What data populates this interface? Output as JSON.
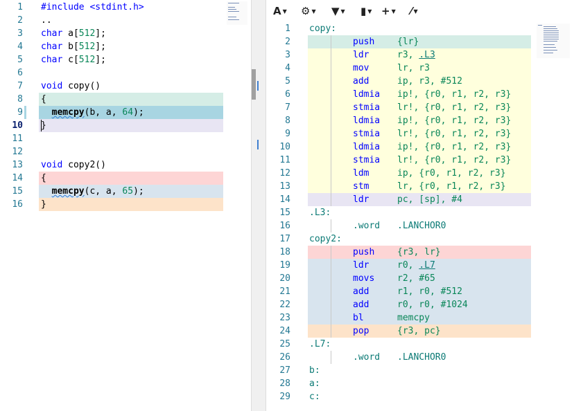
{
  "left": {
    "lines": [
      {
        "num": "1",
        "tokens": [
          [
            "inc",
            "#include "
          ],
          [
            "inc",
            "<stdint.h>"
          ]
        ]
      },
      {
        "num": "2",
        "tokens": [
          [
            "plain",
            ".."
          ]
        ]
      },
      {
        "num": "3",
        "tokens": [
          [
            "k",
            "char"
          ],
          [
            "plain",
            " a["
          ],
          [
            "n",
            "512"
          ],
          [
            "plain",
            "];"
          ]
        ]
      },
      {
        "num": "4",
        "tokens": [
          [
            "k",
            "char"
          ],
          [
            "plain",
            " b["
          ],
          [
            "n",
            "512"
          ],
          [
            "plain",
            "];"
          ]
        ]
      },
      {
        "num": "5",
        "tokens": [
          [
            "k",
            "char"
          ],
          [
            "plain",
            " c["
          ],
          [
            "n",
            "512"
          ],
          [
            "plain",
            "];"
          ]
        ]
      },
      {
        "num": "6",
        "tokens": []
      },
      {
        "num": "7",
        "tokens": [
          [
            "k",
            "void"
          ],
          [
            "plain",
            " copy()"
          ]
        ]
      },
      {
        "num": "8",
        "tokens": [
          [
            "plain",
            "{"
          ]
        ]
      },
      {
        "num": "9",
        "tokens": [
          [
            "plain",
            "  "
          ],
          [
            "fn",
            "memcpy"
          ],
          [
            "plain",
            "(b, a, "
          ],
          [
            "n",
            "64"
          ],
          [
            "plain",
            ");"
          ]
        ]
      },
      {
        "num": "10",
        "tokens": [
          [
            "plain",
            "}"
          ]
        ],
        "active": true
      },
      {
        "num": "11",
        "tokens": []
      },
      {
        "num": "12",
        "tokens": []
      },
      {
        "num": "13",
        "tokens": [
          [
            "k",
            "void"
          ],
          [
            "plain",
            " copy2()"
          ]
        ]
      },
      {
        "num": "14",
        "tokens": [
          [
            "plain",
            "{"
          ]
        ]
      },
      {
        "num": "15",
        "tokens": [
          [
            "plain",
            "  "
          ],
          [
            "fn",
            "memcpy"
          ],
          [
            "plain",
            "(c, a, "
          ],
          [
            "n",
            "65"
          ],
          [
            "plain",
            ");"
          ]
        ]
      },
      {
        "num": "16",
        "tokens": [
          [
            "plain",
            "}"
          ]
        ]
      }
    ],
    "highlight_colors": {
      "8": "#d5ede6",
      "9": "#a8d5e2",
      "10": "#e8e5f3",
      "14": "#fdd5d5",
      "15": "#d8e4ee",
      "16": "#fde3c9"
    }
  },
  "toolbar": {
    "buttons": [
      {
        "name": "font-size-button",
        "icon": "A"
      },
      {
        "name": "settings-button",
        "icon": "⚙"
      },
      {
        "name": "filter-button",
        "icon": "▼"
      },
      {
        "name": "libraries-button",
        "icon": "▮"
      },
      {
        "name": "add-tool-button",
        "icon": "+"
      },
      {
        "name": "tools-button",
        "icon": "⁄"
      }
    ]
  },
  "right": {
    "lines": [
      {
        "num": "1",
        "tokens": [
          [
            "lbl",
            "copy:"
          ]
        ]
      },
      {
        "num": "2",
        "tokens": [
          [
            "op",
            "push"
          ],
          [
            "sp",
            ""
          ],
          [
            "reg",
            "{lr}"
          ]
        ]
      },
      {
        "num": "3",
        "tokens": [
          [
            "op",
            "ldr"
          ],
          [
            "sp",
            ""
          ],
          [
            "reg",
            "r3, "
          ],
          [
            "lblref",
            ".L3"
          ]
        ]
      },
      {
        "num": "4",
        "tokens": [
          [
            "op",
            "mov"
          ],
          [
            "sp",
            ""
          ],
          [
            "reg",
            "lr, r3"
          ]
        ]
      },
      {
        "num": "5",
        "tokens": [
          [
            "op",
            "add"
          ],
          [
            "sp",
            ""
          ],
          [
            "reg",
            "ip, r3, #512"
          ]
        ]
      },
      {
        "num": "6",
        "tokens": [
          [
            "op",
            "ldmia"
          ],
          [
            "sp",
            ""
          ],
          [
            "reg",
            "ip!, {r0, r1, r2, r3}"
          ]
        ]
      },
      {
        "num": "7",
        "tokens": [
          [
            "op",
            "stmia"
          ],
          [
            "sp",
            ""
          ],
          [
            "reg",
            "lr!, {r0, r1, r2, r3}"
          ]
        ]
      },
      {
        "num": "8",
        "tokens": [
          [
            "op",
            "ldmia"
          ],
          [
            "sp",
            ""
          ],
          [
            "reg",
            "ip!, {r0, r1, r2, r3}"
          ]
        ]
      },
      {
        "num": "9",
        "tokens": [
          [
            "op",
            "stmia"
          ],
          [
            "sp",
            ""
          ],
          [
            "reg",
            "lr!, {r0, r1, r2, r3}"
          ]
        ]
      },
      {
        "num": "10",
        "tokens": [
          [
            "op",
            "ldmia"
          ],
          [
            "sp",
            ""
          ],
          [
            "reg",
            "ip!, {r0, r1, r2, r3}"
          ]
        ]
      },
      {
        "num": "11",
        "tokens": [
          [
            "op",
            "stmia"
          ],
          [
            "sp",
            ""
          ],
          [
            "reg",
            "lr!, {r0, r1, r2, r3}"
          ]
        ]
      },
      {
        "num": "12",
        "tokens": [
          [
            "op",
            "ldm"
          ],
          [
            "sp",
            ""
          ],
          [
            "reg",
            "ip, {r0, r1, r2, r3}"
          ]
        ]
      },
      {
        "num": "13",
        "tokens": [
          [
            "op",
            "stm"
          ],
          [
            "sp",
            ""
          ],
          [
            "reg",
            "lr, {r0, r1, r2, r3}"
          ]
        ]
      },
      {
        "num": "14",
        "tokens": [
          [
            "op",
            "ldr"
          ],
          [
            "sp",
            ""
          ],
          [
            "reg",
            "pc, [sp], #4"
          ]
        ]
      },
      {
        "num": "15",
        "tokens": [
          [
            "lbl",
            ".L3:"
          ]
        ]
      },
      {
        "num": "16",
        "tokens": [
          [
            "dir",
            ".word"
          ],
          [
            "sp",
            ""
          ],
          [
            "dir",
            ".LANCHOR0"
          ]
        ]
      },
      {
        "num": "17",
        "tokens": [
          [
            "lbl",
            "copy2:"
          ]
        ]
      },
      {
        "num": "18",
        "tokens": [
          [
            "op",
            "push"
          ],
          [
            "sp",
            ""
          ],
          [
            "reg",
            "{r3, lr}"
          ]
        ]
      },
      {
        "num": "19",
        "tokens": [
          [
            "op",
            "ldr"
          ],
          [
            "sp",
            ""
          ],
          [
            "reg",
            "r0, "
          ],
          [
            "lblref",
            ".L7"
          ]
        ]
      },
      {
        "num": "20",
        "tokens": [
          [
            "op",
            "movs"
          ],
          [
            "sp",
            ""
          ],
          [
            "reg",
            "r2, #65"
          ]
        ]
      },
      {
        "num": "21",
        "tokens": [
          [
            "op",
            "add"
          ],
          [
            "sp",
            ""
          ],
          [
            "reg",
            "r1, r0, #512"
          ]
        ]
      },
      {
        "num": "22",
        "tokens": [
          [
            "op",
            "add"
          ],
          [
            "sp",
            ""
          ],
          [
            "reg",
            "r0, r0, #1024"
          ]
        ]
      },
      {
        "num": "23",
        "tokens": [
          [
            "op",
            "bl"
          ],
          [
            "sp",
            ""
          ],
          [
            "reg",
            "memcpy"
          ]
        ]
      },
      {
        "num": "24",
        "tokens": [
          [
            "op",
            "pop"
          ],
          [
            "sp",
            ""
          ],
          [
            "reg",
            "{r3, pc}"
          ]
        ]
      },
      {
        "num": "25",
        "tokens": [
          [
            "lbl",
            ".L7:"
          ]
        ]
      },
      {
        "num": "26",
        "tokens": [
          [
            "dir",
            ".word"
          ],
          [
            "sp",
            ""
          ],
          [
            "dir",
            ".LANCHOR0"
          ]
        ]
      },
      {
        "num": "27",
        "tokens": [
          [
            "lbl",
            "b:"
          ]
        ]
      },
      {
        "num": "28",
        "tokens": [
          [
            "lbl",
            "a:"
          ]
        ]
      },
      {
        "num": "29",
        "tokens": [
          [
            "lbl",
            "c:"
          ]
        ]
      }
    ],
    "highlight_colors": {
      "1": "#ffffff",
      "2": "#d5ede6",
      "3": "#ffffdd",
      "4": "#ffffdd",
      "5": "#ffffdd",
      "6": "#ffffdd",
      "7": "#ffffdd",
      "8": "#ffffdd",
      "9": "#ffffdd",
      "10": "#ffffdd",
      "11": "#ffffdd",
      "12": "#ffffdd",
      "13": "#ffffdd",
      "14": "#e8e5f3",
      "18": "#fdd5d5",
      "19": "#d8e4ee",
      "20": "#d8e4ee",
      "21": "#d8e4ee",
      "22": "#d8e4ee",
      "23": "#d8e4ee",
      "24": "#fde3c9"
    }
  }
}
